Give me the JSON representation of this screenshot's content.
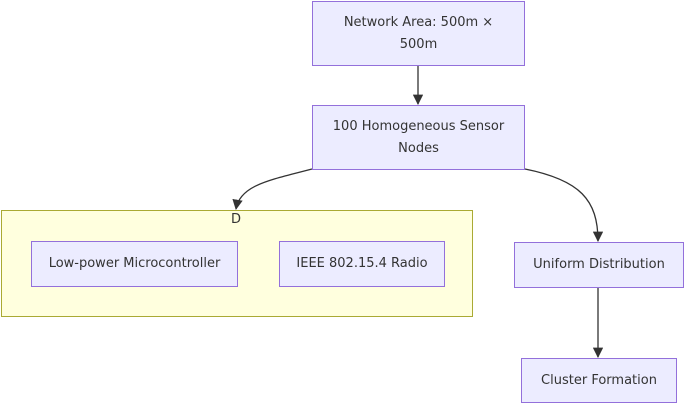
{
  "diagram": {
    "nodes": {
      "network_area": {
        "label_line1": "Network Area: 500m ×",
        "label_line2": "500m"
      },
      "sensor_nodes": {
        "label_line1": "100 Homogeneous Sensor",
        "label_line2": "Nodes"
      },
      "microcontroller": {
        "label": "Low-power Microcontroller"
      },
      "radio": {
        "label": "IEEE 802.15.4 Radio"
      },
      "uniform_distribution": {
        "label": "Uniform Distribution"
      },
      "cluster_formation": {
        "label": "Cluster Formation"
      }
    },
    "group": {
      "label": "D"
    },
    "edges": [
      {
        "from": "network_area",
        "to": "sensor_nodes"
      },
      {
        "from": "sensor_nodes",
        "to": "group"
      },
      {
        "from": "sensor_nodes",
        "to": "uniform_distribution"
      },
      {
        "from": "uniform_distribution",
        "to": "cluster_formation"
      }
    ],
    "colors": {
      "node_fill": "#ececff",
      "node_border": "#9370db",
      "group_fill": "#ffffde",
      "group_border": "#aaaa33",
      "edge": "#333333"
    }
  }
}
